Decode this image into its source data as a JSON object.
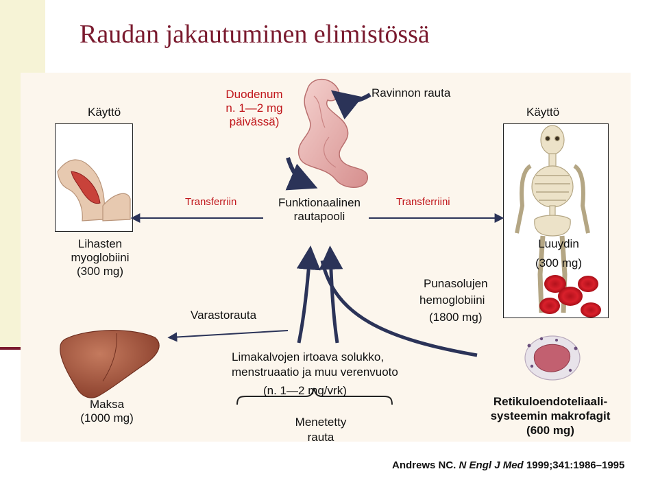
{
  "title": "Raudan jakautuminen elimistössä",
  "labels": {
    "usage_left": "Käyttö",
    "duodenum_1": "Duodenum",
    "duodenum_2": "n. 1—2 mg",
    "duodenum_3": "päivässä)",
    "dietary_iron": "Ravinnon rauta",
    "usage_right": "Käyttö",
    "transferrin_left": "Transferriin",
    "functional_pool_1": "Funktionaalinen",
    "functional_pool_2": "rautapooli",
    "transferrin_right": "Transferriini",
    "muscle_1": "Lihasten",
    "muscle_2": "myoglobiini",
    "muscle_3": "(300 mg)",
    "bone_marrow_1": "Luuydin",
    "bone_marrow_2": "(300 mg)",
    "rbc_1": "Punasolujen",
    "rbc_2": "hemoglobiini",
    "rbc_3": "(1800 mg)",
    "storage_iron": "Varastorauta",
    "loss_1": "Limakalvojen irtoava solukko,",
    "loss_2": "menstruaatio ja muu verenvuoto",
    "loss_3": "(n. 1—2 mg/vrk)",
    "liver_1": "Maksa",
    "liver_2": "(1000 mg)",
    "lost_1": "Menetetty",
    "lost_2": "rauta",
    "res_1": "Retikuloendoteliaali-",
    "res_2": "systeemin makrofagit",
    "res_3": "(600 mg)"
  },
  "citation": {
    "author": "Andrews NC.",
    "journal": "N Engl J Med",
    "ref": "1999;341:1986–1995"
  },
  "colors": {
    "title": "#7a1a2e",
    "transferrin": "#c0161b",
    "arrow": "#2b3358",
    "panel": "#fcf6ed"
  },
  "icons": {
    "muscle": "arm-muscle-icon",
    "duodenum": "duodenum-icon",
    "skeleton": "skeleton-icon",
    "rbc": "red-blood-cells-icon",
    "liver": "liver-icon",
    "macrophage": "macrophage-icon"
  }
}
